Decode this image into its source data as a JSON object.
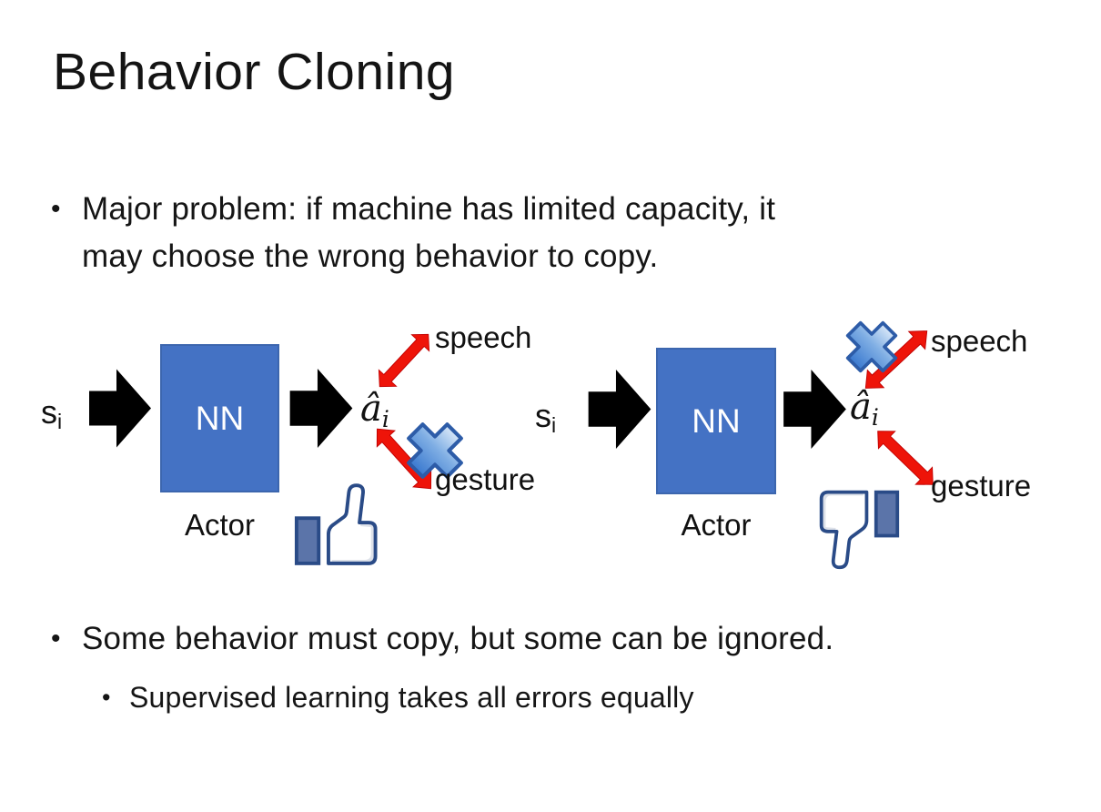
{
  "slide_title": "Behavior Cloning",
  "bullet_marker": "•",
  "bullets": {
    "major_problem_line1": "Major problem: if machine has limited capacity, it",
    "major_problem_line2": "may choose the wrong behavior to copy.",
    "some_behavior": "Some behavior must copy, but some can be ignored.",
    "supervised": "Supervised learning takes all errors equally"
  },
  "diagram": {
    "input_base": "s",
    "input_sub": "i",
    "nn_label": "NN",
    "actor_label": "Actor",
    "output_hat": "â",
    "output_sub": "i",
    "speech_label": "speech",
    "gesture_label": "gesture"
  },
  "icons": {
    "left_feedback": "thumbs-up",
    "right_feedback": "thumbs-down",
    "crossed_out_left": "gesture",
    "crossed_out_right": "speech"
  },
  "colors": {
    "nn_box_fill": "#4472C4",
    "nn_box_border": "#3C66AE",
    "block_arrow": "#000000",
    "relation_arrow_red": "#EE1409",
    "cross_blue": "#4A84D4",
    "thumb_outline": "#2A4B87",
    "thumb_cuff_fill": "#5B74A9",
    "text": "#1A1A1A"
  }
}
